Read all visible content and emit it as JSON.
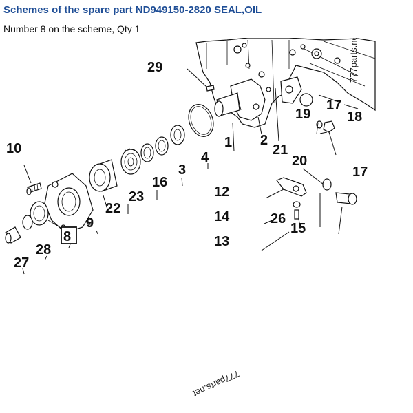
{
  "header": {
    "title": "Schemes of the spare part ND949150-2820 SEAL,OIL",
    "subtitle": "Number 8 on the scheme, Qty 1"
  },
  "scheme": {
    "highlight_color": "#1f4e96",
    "highlighted_part": "8",
    "labels": {
      "p29": "29",
      "p17a": "17",
      "p18": "18",
      "p19": "19",
      "p21": "21",
      "p2": "2",
      "p1": "1",
      "p4": "4",
      "p3": "3",
      "p20": "20",
      "p17b": "17",
      "p10": "10",
      "p16": "16",
      "p23": "23",
      "p22": "22",
      "p9": "9",
      "p12": "12",
      "p14": "14",
      "p13": "13",
      "p26": "26",
      "p15": "15",
      "p8": "8",
      "p28": "28",
      "p27": "27"
    },
    "watermark_main": "777parts.net",
    "watermark_small": "777parts.net"
  }
}
